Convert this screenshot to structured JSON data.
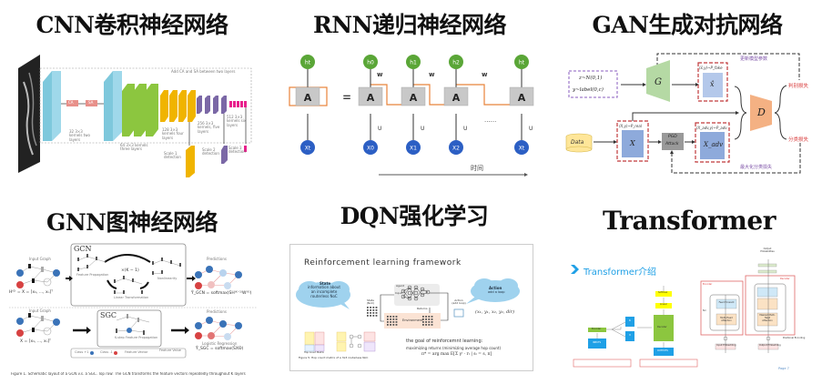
{
  "panels": {
    "cnn": {
      "title": "CNN卷积神经网络",
      "labels": {
        "banner": "Add CA and SA between two layers",
        "ca": "CA",
        "sa": "SA",
        "k1": "32 3×3 kernels two layers",
        "k2": "64 3×3 kernels three layers",
        "k3": "128 3×3 kernels four layers",
        "k4": "256 3×3 kernels, five layers",
        "k5": "512 3×3 kernels six layers",
        "s1": "Scale 1 detection",
        "s2": "Scale 2 detection",
        "s3": "Scale 3 detection"
      }
    },
    "rnn": {
      "title": "RNN递归神经网络",
      "cell_label": "A",
      "equals": "=",
      "w_label": "w",
      "u_label": "U",
      "ellipsis": "......",
      "time_label": "时间",
      "folded": {
        "h": "ht",
        "x": "Xt"
      },
      "steps": [
        {
          "h": "h0",
          "x": "X0"
        },
        {
          "h": "h1",
          "x": "X1"
        },
        {
          "h": "h2",
          "x": "X2"
        },
        {
          "h": "ht",
          "x": "Xt"
        }
      ]
    },
    "gan": {
      "title": "GAN生成对抗网络",
      "noise_line1": "z~N(0,1)",
      "noise_line2": "y~label(0,c)",
      "g_label": "G",
      "d_label": "D",
      "fake_dist": "(x̂,y)~P_fake",
      "fake_x": "x̂",
      "real_dist": "(X,y)~P_real",
      "real_x": "X",
      "adv_dist": "(X_adv,y)~P_adv",
      "adv_x": "X_adv",
      "data_label": "Data",
      "pgd_label1": "PGD",
      "pgd_label2": "Attack",
      "top_loop": "更新模型参数",
      "bottom_loop": "最大化分类损失",
      "loss_judge": "判别损失",
      "loss_cls": "分类损失"
    },
    "gnn": {
      "title": "GNN图神经网络",
      "input_graph": "Input Graph",
      "gcn": "GCN",
      "sgc": "SGC",
      "predictions": "Predictions",
      "feature_prop": "Feature Propagation",
      "linear_trans": "Linear Transformation",
      "nonlinearity": "Nonlinearity",
      "k_step": "K-step Feature Propagation",
      "logistic": "Logistic Regression",
      "times_k": "×(K − 1)",
      "h_eq": "H⁽⁰⁾ = X = [x₁, ..., xₙ]ᵀ",
      "x_eq": "X = [x₁, ..., xₙ]ᵀ",
      "y_gcn": "Ŷ_GCN = softmax(SH⁽ᴷ⁻¹⁾W⁽ᴷ⁾)",
      "y_sgc": "Ŷ_SGC = softmax(S̄XΘ)",
      "legend": [
        "Class +1",
        "Class -1",
        "Feature Vector",
        "Feature Value"
      ],
      "caption": "Figure 1. Schematic layout of a GCN v.s. a SGC. Top row: The GCN transforms the feature vectors repeatedly throughout K layers"
    },
    "dqn": {
      "title": "DQN强化学习",
      "slide_title": "Reinforcement learning framework",
      "state_title": "State",
      "state_desc": "information about an incomplete routerless NoC",
      "action_title": "Action",
      "action_desc": "add a loop",
      "agent": "Agent",
      "input": "Input",
      "state_noc": "State (NoC)",
      "returns": "Returns",
      "environment": "Environment",
      "action_small": "Action (add loop)",
      "tuple": "(x₁, y₁, x₂, y₂, dir)",
      "goal_line1": "the goal of reinforcemnt learning:",
      "goal_line2": "maximizing returns (minimizing average hop count)",
      "formula": "π* = arg max E[Σ γᵗ · rₜ | sₜ = s, π]",
      "figure_caption": "Figure 5: Hop count matrix of a 3x3 routerless NoC",
      "hop_label": "Hop Count Matrix"
    },
    "transformer": {
      "title": "Transformer",
      "slide_title": "Transformer介绍",
      "encoder": "Encoder",
      "decoder": "Decoder",
      "inputs": "INPUTS",
      "outputs": "OUTPUTS",
      "k": "K",
      "v": "V",
      "linear": "Linear",
      "softmax": "Softmax",
      "page": "Page 7",
      "arch_encoder": "Encoder",
      "arch_decoder": "Decoder",
      "ff": "Feed Forward",
      "mha": "Multi-Head Attention",
      "masked": "Masked Multi-Head Attention",
      "add_norm": "Add & Norm",
      "out_probs": "Output Probabilities",
      "in_emb": "Input Embedding",
      "out_emb": "Output Embedding",
      "pos_enc": "Positional Encoding",
      "nx": "N×"
    }
  },
  "colors": {
    "cnn_blue": "#7ec8dc",
    "cnn_green": "#8cc63f",
    "cnn_yellow": "#f0b400",
    "cnn_purple": "#7b68a6",
    "cnn_pink": "#e8208c",
    "cnn_red_box": "#e8908a",
    "rnn_green": "#5aa637",
    "rnn_blue": "#2c5fc4",
    "rnn_orange": "#e8833a",
    "rnn_cell": "#c8c8c8",
    "gan_green": "#b5d9a4",
    "gan_orange": "#f4b183",
    "gan_blue": "#8eaadb",
    "gan_red_dash": "#c0393b",
    "gan_purple": "#7b4fa6",
    "data_yellow": "#ffe699",
    "dqn_cloud": "#9fd2ee",
    "tf_blue": "#1fa0e6",
    "tf_green": "#8cc63f",
    "tf_yellow": "#ffff00",
    "tf_red": "#e06666"
  }
}
